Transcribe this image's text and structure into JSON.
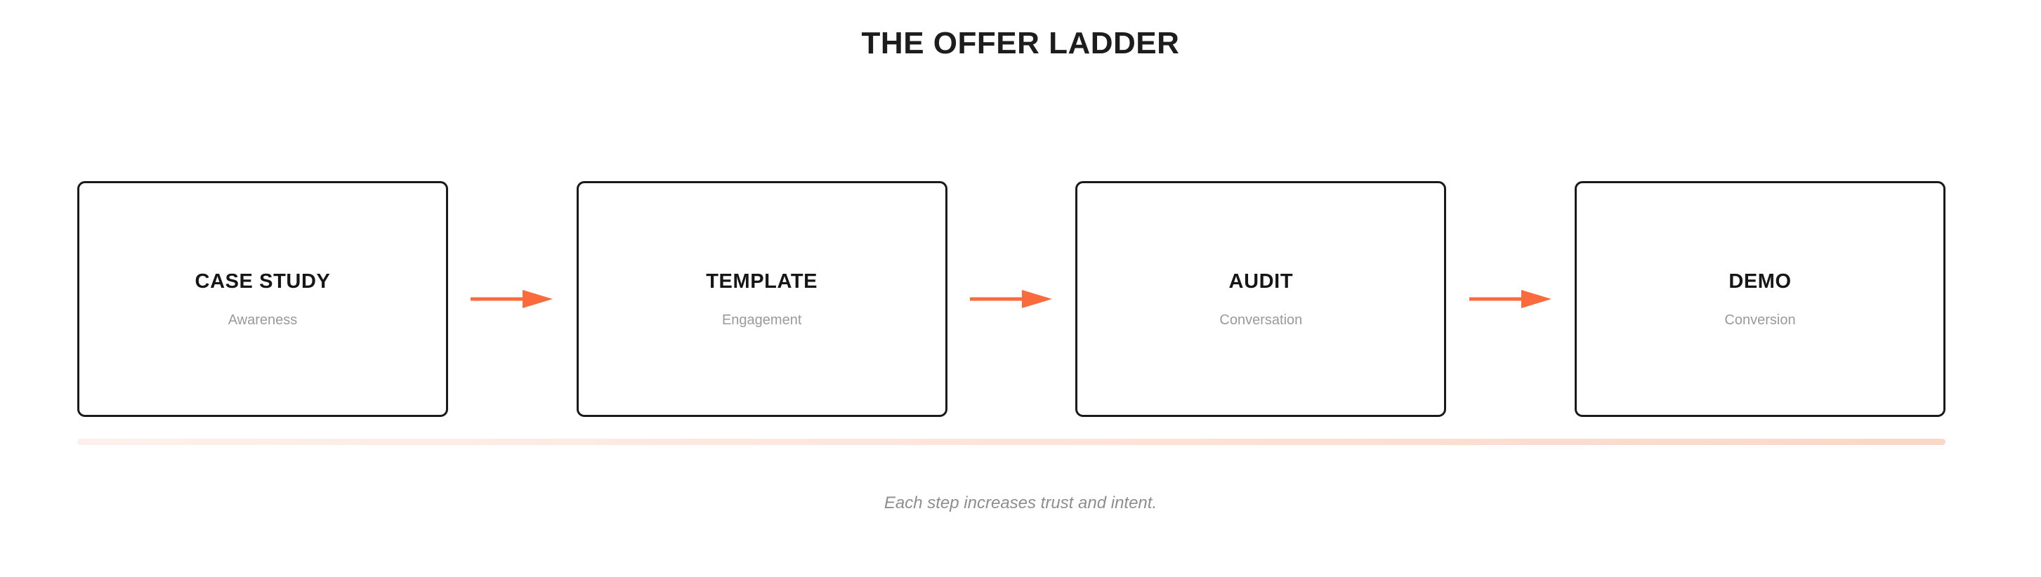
{
  "header": {
    "title": "THE OFFER LADDER"
  },
  "colors": {
    "arrow": "#f96a3c",
    "card_border": "#1a1a1a",
    "title_text": "#1d1d1d",
    "subtitle_text": "#9a9a9a",
    "caption_text": "#8e8e8e",
    "bar_gradient_start": "#fdf0ec",
    "bar_gradient_end": "#fcd6c6",
    "background": "#ffffff"
  },
  "steps": [
    {
      "title": "CASE STUDY",
      "subtitle": "Awareness"
    },
    {
      "title": "TEMPLATE",
      "subtitle": "Engagement"
    },
    {
      "title": "AUDIT",
      "subtitle": "Conversation"
    },
    {
      "title": "DEMO",
      "subtitle": "Conversion"
    }
  ],
  "connectors": [
    {
      "icon": "arrow-right-icon"
    },
    {
      "icon": "arrow-right-icon"
    },
    {
      "icon": "arrow-right-icon"
    }
  ],
  "footer": {
    "caption": "Each step increases trust and intent."
  }
}
